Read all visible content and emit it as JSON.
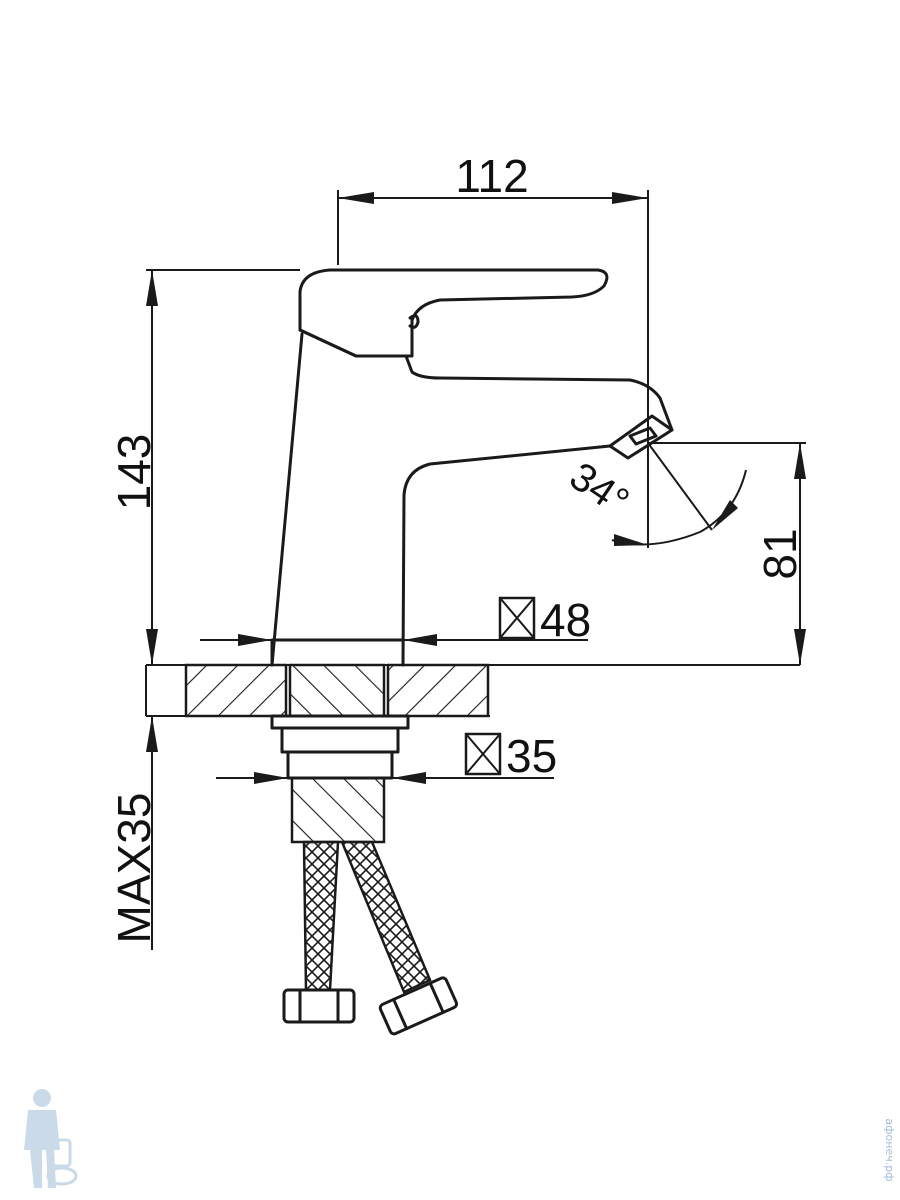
{
  "dimensions": {
    "width_label": "112",
    "height_label": "143",
    "spout_height_label": "81",
    "angle_label": "34°",
    "base_size_label": "48",
    "shank_size_label": "35",
    "max_thickness_label": "MAX35"
  },
  "watermark": {
    "site_text": "афонеч.рф"
  },
  "colors": {
    "line": "#1a1a1a",
    "watermark": "#9fbcd6"
  },
  "icons": {
    "square_symbol": "square-cross-icon",
    "watermark_logo": "plumber-logo-icon"
  }
}
